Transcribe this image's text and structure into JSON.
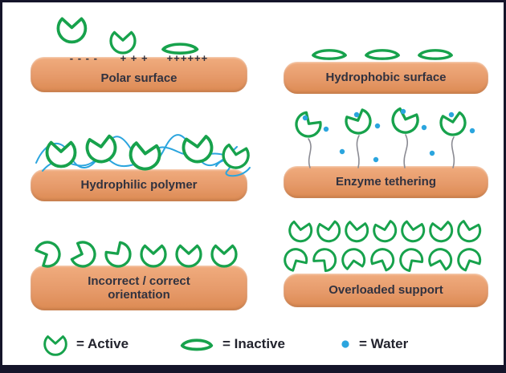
{
  "colors": {
    "support_orange": "#E69A6A",
    "support_orange_light": "#F0AC7E",
    "support_orange_dark": "#DC8A52",
    "enzyme_green": "#17A24C",
    "water_blue": "#2BA5DE",
    "tether_gray": "#8B8B93",
    "text_dark": "#31323F",
    "border_dark": "#15152A",
    "background": "#FFFFFF"
  },
  "panels": {
    "polar": {
      "label": "Polar surface",
      "charges": "- - - -      + + +     ++++++"
    },
    "hydrophobic": {
      "label": "Hydrophobic surface"
    },
    "hydrophilic": {
      "label": "Hydrophilic polymer"
    },
    "tethering": {
      "label": "Enzyme tethering"
    },
    "orientation": {
      "label": "Incorrect / correct orientation"
    },
    "overloaded": {
      "label": "Overloaded support"
    }
  },
  "legend": {
    "active": "= Active",
    "inactive": "= Inactive",
    "water": "= Water"
  }
}
